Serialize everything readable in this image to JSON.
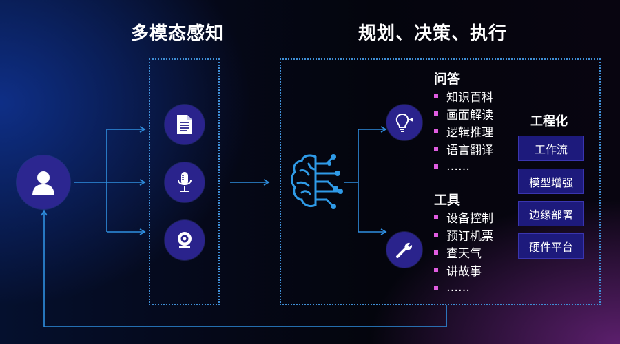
{
  "headings": {
    "perception": "多模态感知",
    "planning": "规划、决策、执行"
  },
  "qa": {
    "title": "问答",
    "items": [
      "知识百科",
      "画面解读",
      "逻辑推理",
      "语言翻译",
      "……"
    ]
  },
  "tools": {
    "title": "工具",
    "items": [
      "设备控制",
      "预订机票",
      "查天气",
      "讲故事",
      "……"
    ]
  },
  "engineering": {
    "title": "工程化",
    "buttons": [
      "工作流",
      "模型增强",
      "边缘部署",
      "硬件平台"
    ]
  },
  "icons": {
    "user": "user-icon",
    "document": "document-icon",
    "microphone": "microphone-icon",
    "webcam": "webcam-icon",
    "brain": "brain-circuit-icon",
    "lightbulb": "lightbulb-icon",
    "wrench": "wrench-icon"
  },
  "colors": {
    "arrow": "#2f8fe0",
    "circle": "#2a238c",
    "bullet": "#e05ce0",
    "button": "#1d1a7c"
  }
}
